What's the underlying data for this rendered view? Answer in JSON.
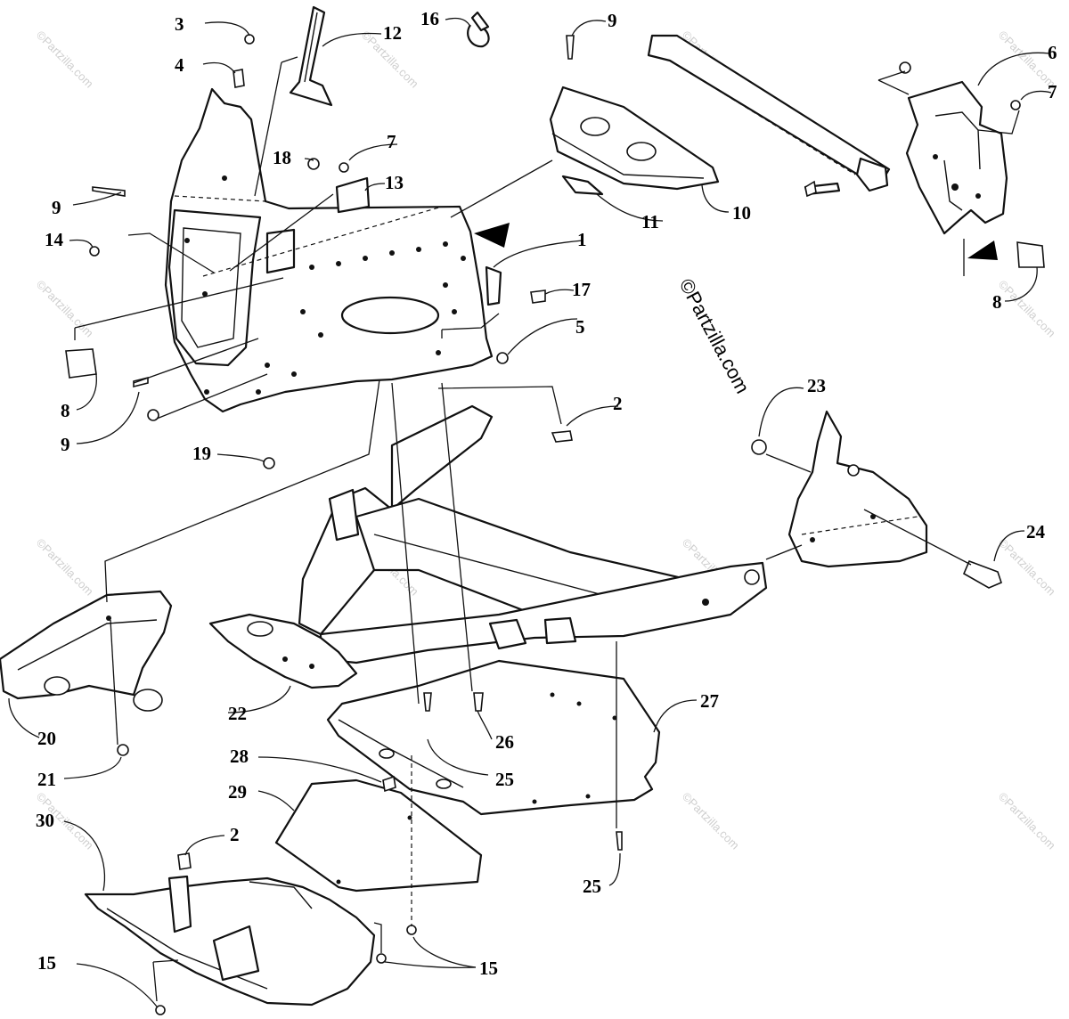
{
  "watermark": "©Partzilla.com",
  "copyright": "©Partzilla.com",
  "callouts": [
    "1",
    "2",
    "2",
    "3",
    "4",
    "5",
    "6",
    "7",
    "7",
    "8",
    "8",
    "9",
    "9",
    "9",
    "10",
    "11",
    "12",
    "13",
    "14",
    "15",
    "15",
    "16",
    "17",
    "18",
    "19",
    "20",
    "21",
    "22",
    "23",
    "24",
    "25",
    "25",
    "26",
    "27",
    "28",
    "29",
    "30"
  ],
  "colors": {
    "line": "#111111",
    "watermark": "#cfcfcf"
  }
}
